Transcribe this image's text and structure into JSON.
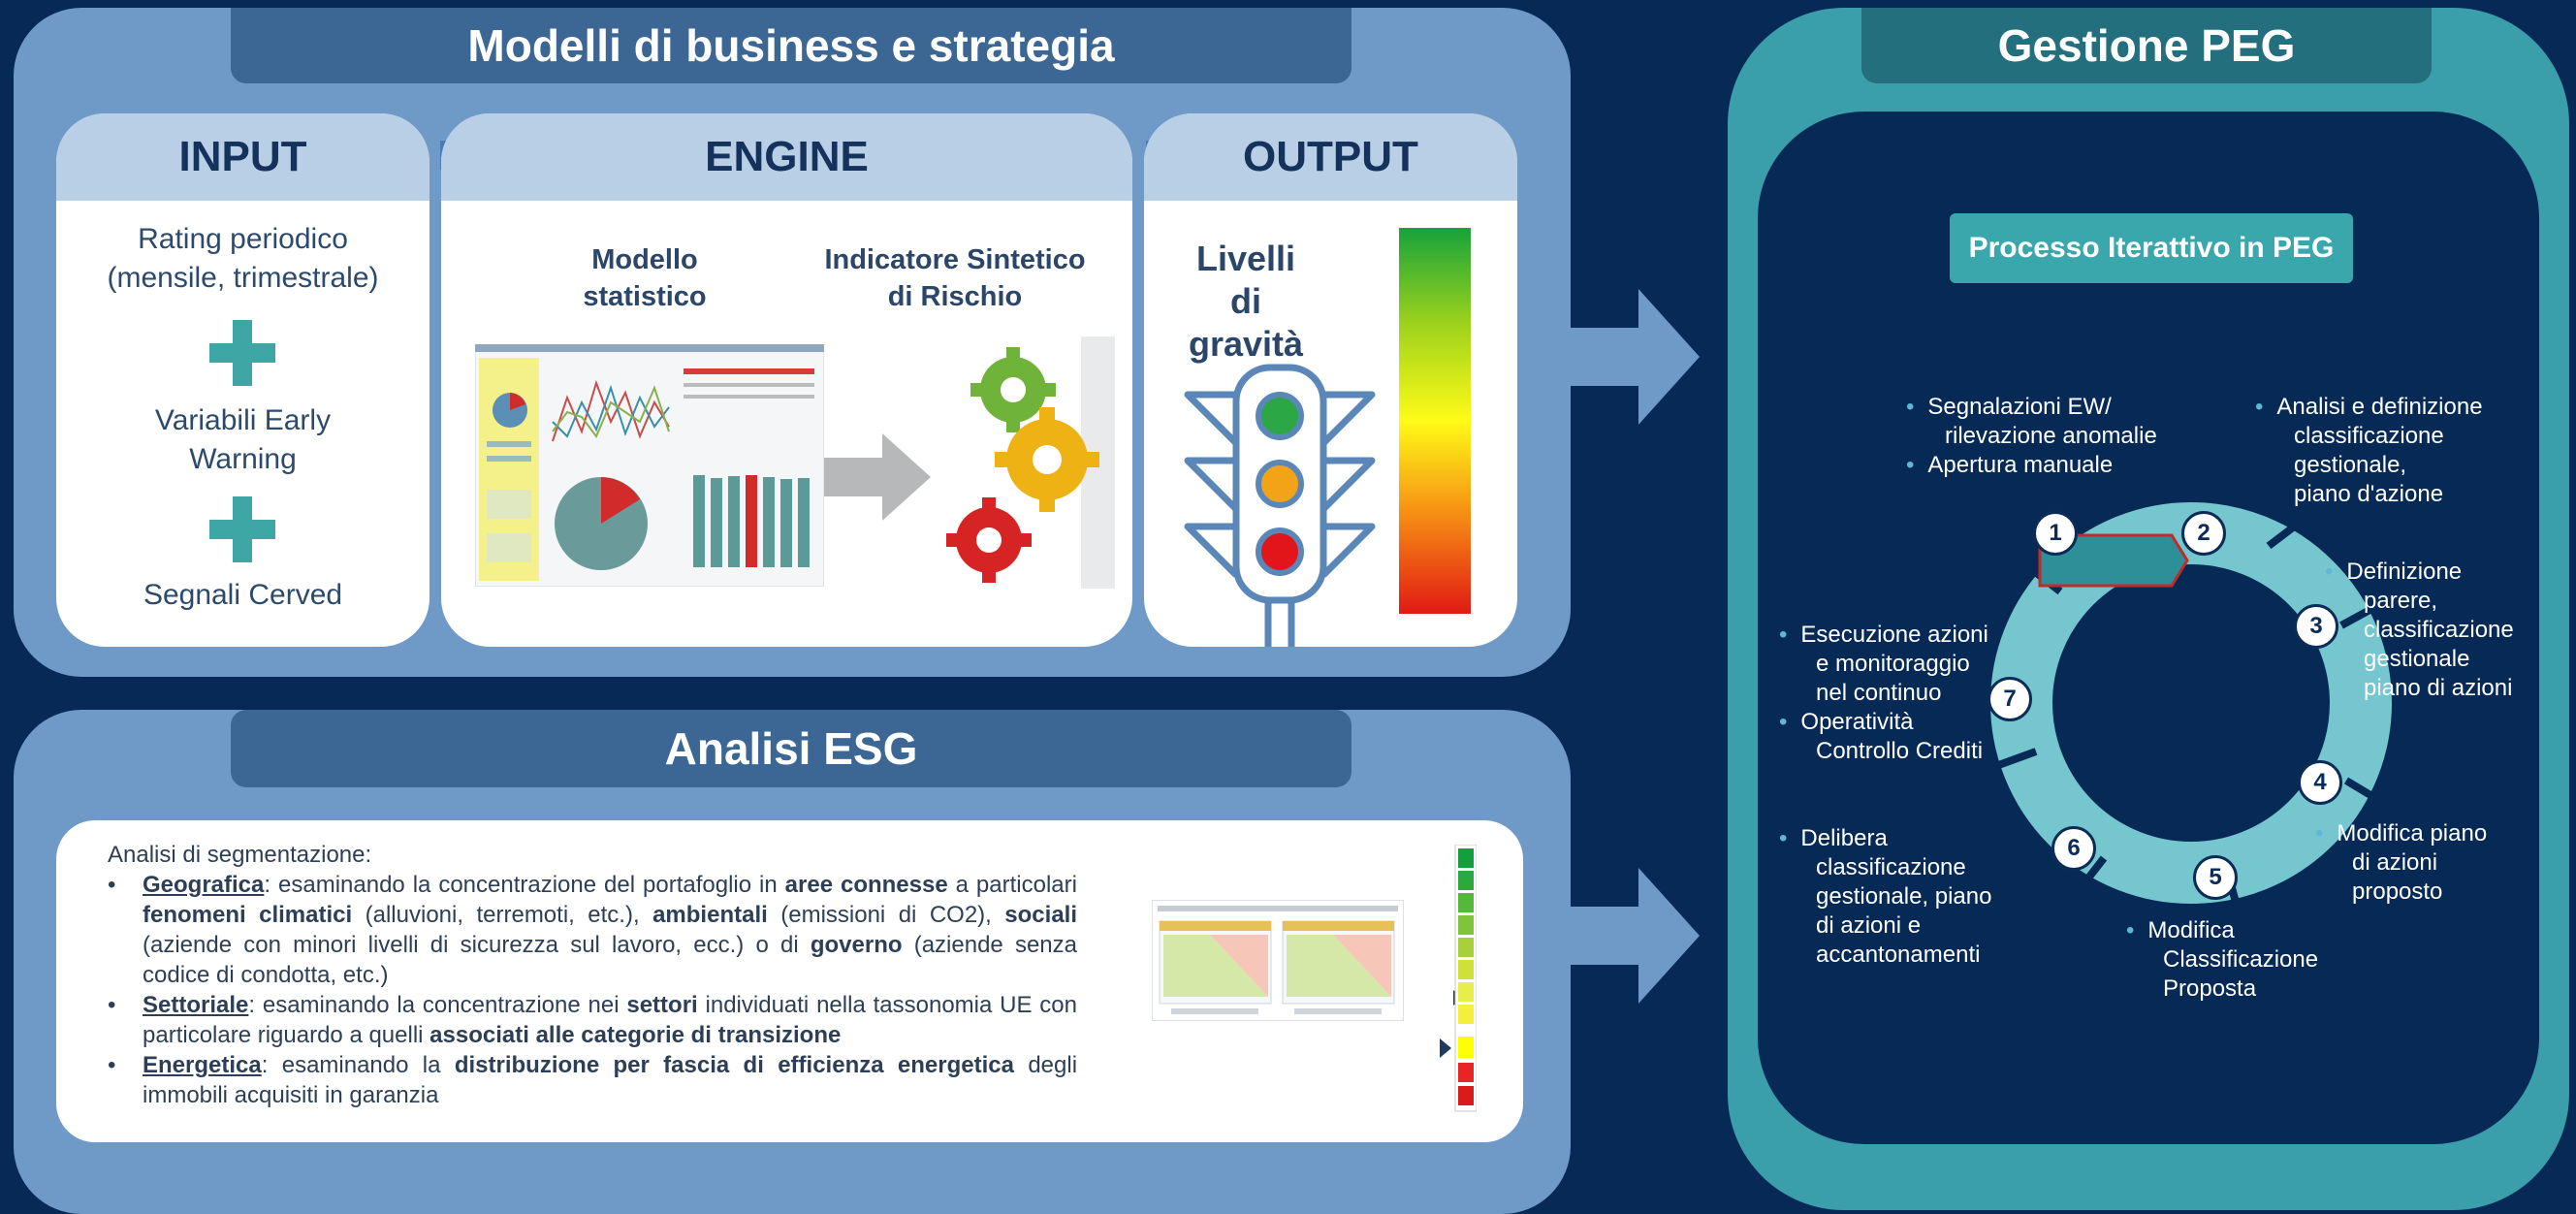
{
  "top_panel": {
    "title": "Modelli di business e strategia"
  },
  "input": {
    "header": "INPUT",
    "item1": "Rating periodico",
    "item1b": "(mensile, trimestrale)",
    "item2": "Variabili Early",
    "item2b": "Warning",
    "item3": "Segnali Cerved"
  },
  "engine": {
    "header": "ENGINE",
    "col1a": "Modello",
    "col1b": "statistico",
    "col2a": "Indicatore Sintetico",
    "col2b": "di Rischio"
  },
  "output": {
    "header": "OUTPUT",
    "title_a": "Livelli",
    "title_b": "di gravità"
  },
  "esg": {
    "title": "Analisi ESG",
    "intro": "Analisi di segmentazione:",
    "geo_label": "Geografica",
    "geo_t1": ": esaminando la concentrazione del portafoglio in ",
    "geo_k1": "aree connesse",
    "geo_t2": " a particolari ",
    "geo_k2": "fenomeni climatici",
    "geo_t3": " (alluvioni, terremoti, etc.), ",
    "geo_k3": "ambientali",
    "geo_t4": " (emissioni di CO2), ",
    "geo_k4": "sociali",
    "geo_t5": " (aziende con minori livelli di sicurezza sul lavoro, ecc.) o di ",
    "geo_k5": "governo",
    "geo_t6": " (aziende senza codice di condotta, etc.)",
    "set_label": "Settoriale",
    "set_t1": ": esaminando la concentrazione nei ",
    "set_k1": "settori",
    "set_t2": " individuati nella tassonomia UE con particolare riguardo a quelli ",
    "set_k2": "associati alle categorie di transizione",
    "ene_label": "Energetica",
    "ene_t1": ": esaminando la ",
    "ene_k1": "distribuzione per fascia di efficienza energetica",
    "ene_t2": " degli immobili acquisiti in garanzia"
  },
  "peg": {
    "title": "Gestione PEG",
    "process_title": "Processo Iterattivo in PEG",
    "steps": [
      "1",
      "2",
      "3",
      "4",
      "5",
      "6",
      "7"
    ],
    "s1a": "Segnalazioni EW/",
    "s1b": "rilevazione anomalie",
    "s1c": "Apertura manuale",
    "s2a": "Analisi e definizione",
    "s2b": "classificazione",
    "s2c": "gestionale,",
    "s2d": "piano d'azione",
    "s3a": "Definizione",
    "s3b": "parere,",
    "s3c": "classificazione",
    "s3d": "gestionale",
    "s3e": "piano di azioni",
    "s4a": "Modifica piano",
    "s4b": "di azioni",
    "s4c": "proposto",
    "s5a": "Modifica",
    "s5b": "Classificazione",
    "s5c": "Proposta",
    "s6a": "Delibera",
    "s6b": "classificazione",
    "s6c": "gestionale, piano",
    "s6d": "di azioni e",
    "s6e": "accantonamenti",
    "s7a": "Esecuzione azioni",
    "s7b": "e monitoraggio",
    "s7c": "nel continuo",
    "s7d": "Operatività",
    "s7e": "Controllo Crediti"
  },
  "colors": {
    "background": "#062a55",
    "panel_blue": "#6f9ac8",
    "title_bar": "#3c6795",
    "peg_teal": "#3a9fab",
    "cycle": "#76c6cf"
  }
}
